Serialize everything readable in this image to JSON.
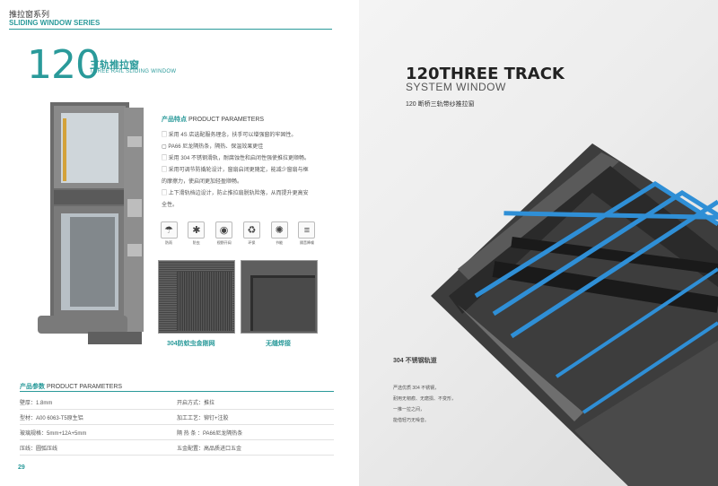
{
  "header": {
    "series_cn": "推拉窗系列",
    "series_en": "SLIDING WINDOW SERIES"
  },
  "product": {
    "number": "120",
    "title_cn": "三轨推拉窗",
    "title_en": "THREE RAIL SLIDING WINDOW"
  },
  "features": {
    "heading_cn": "产品特点",
    "heading_en": "PRODUCT PARAMETERS",
    "items": [
      "▢ 采用 4S 店选配服务理念，扶手可以增强窗的牢固性。",
      "▢ PA66 尼龙隔热条，隔热、保温效果更佳",
      "▢ 采用 304 不锈钢滑轨，耐腐蚀性和启闭性强使推拉更顺畅。",
      "▢ 采用可调节防撬轮设计，窗扇启闭更随定，能减少窗扇与框",
      "   的摩擦力，使启闭更加轻盈顺畅。",
      "▢ 上下滑轨档边设计，防止推拉扇脱轨险落，从而提升更高安",
      "   全性。"
    ],
    "icons": [
      {
        "icon": "umbrella-icon",
        "glyph": "☂",
        "label": "防雨"
      },
      {
        "icon": "bug-icon",
        "glyph": "✱",
        "label": "防虫"
      },
      {
        "icon": "eye-icon",
        "glyph": "◉",
        "label": "视野开阔"
      },
      {
        "icon": "recycle-icon",
        "glyph": "♻",
        "label": "环保"
      },
      {
        "icon": "bulb-icon",
        "glyph": "✺",
        "label": "节能"
      },
      {
        "icon": "sound-icon",
        "glyph": "≡",
        "label": "隔音降噪"
      }
    ]
  },
  "photos": {
    "caption1": "304防蚊虫金刚网",
    "caption2": "无缝焊接"
  },
  "params": {
    "heading_cn": "产品参数",
    "heading_en": "PRODUCT PARAMETERS",
    "rows": [
      [
        "壁厚：1.8mm",
        "开启方式：推拉"
      ],
      [
        "型材：A00 6063-T5原生铝",
        "加工工艺：铆钉+注胶"
      ],
      [
        "玻璃规格：5mm+12A+5mm",
        "隔 热 条 ：PA66尼龙隔热条"
      ],
      [
        "压线：圆弧压线",
        "五金配置：高品质进口五金"
      ]
    ]
  },
  "page_number": "29",
  "right": {
    "title1": "120THREE TRACK",
    "title2": "SYSTEM WINDOW",
    "subtitle": "120 断桥三轨带纱推拉窗",
    "rail_label": "304 不锈钢轨道",
    "rail_desc": [
      "严选优质 304 不锈钢，",
      "耐用无韧痕、无磨损、不变形，",
      "一推一拉之间，",
      "能借轻巧无噪音。"
    ]
  },
  "colors": {
    "accent": "#2a9a9a",
    "rail_blue": "#2f8fd6",
    "profile_gray": "#6a6a6a"
  }
}
